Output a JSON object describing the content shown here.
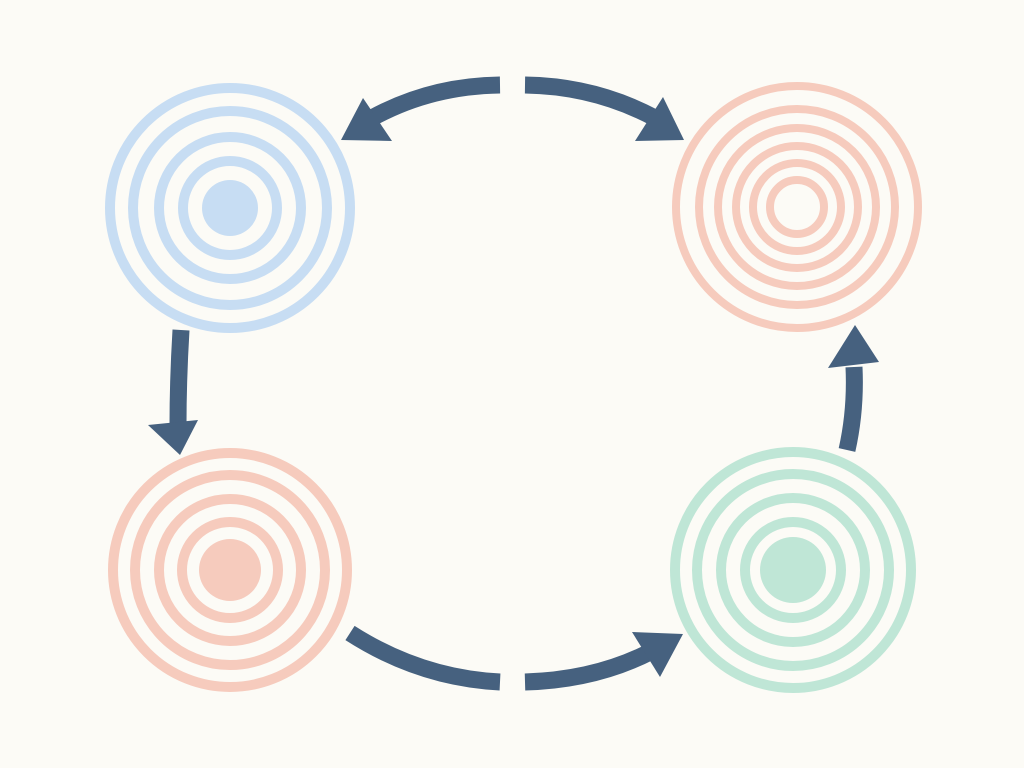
{
  "colors": {
    "background": "#fcfbf6",
    "arrow": "#46617f",
    "blue": "#c7ddf3",
    "pink": "#f6cbbd",
    "green": "#bfe6d6"
  },
  "nodes": [
    {
      "id": "top-left",
      "color": "blue",
      "rings": 4,
      "center_dot": true
    },
    {
      "id": "top-right",
      "color": "pink",
      "rings": 6,
      "center_dot": false
    },
    {
      "id": "bottom-left",
      "color": "pink",
      "rings": 4,
      "center_dot": true
    },
    {
      "id": "bottom-right",
      "color": "green",
      "rings": 4,
      "center_dot": true
    }
  ],
  "arrows": [
    {
      "from": "top-center",
      "to": "top-left"
    },
    {
      "from": "top-center",
      "to": "top-right"
    },
    {
      "from": "top-left",
      "to": "bottom-left"
    },
    {
      "from": "bottom-left",
      "to": "bottom-center"
    },
    {
      "from": "bottom-center",
      "to": "bottom-right"
    },
    {
      "from": "bottom-right",
      "to": "top-right"
    }
  ]
}
